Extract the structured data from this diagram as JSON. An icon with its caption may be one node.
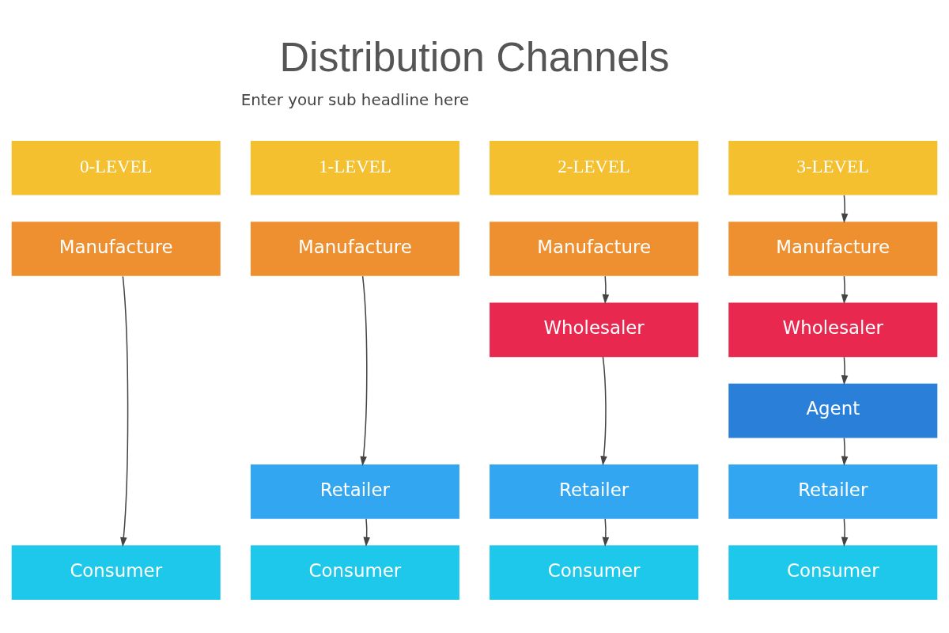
{
  "diagram": {
    "title": "Distribution Channels",
    "nodes": [
      {
        "text": [
          "0-LEVEL"
        ]
      },
      {
        "text": [
          "Manufacture"
        ]
      },
      {
        "text": [
          "Consumer"
        ]
      },
      {
        "text": [
          "1-LEVEL"
        ]
      },
      {
        "text": [
          "Manufacture"
        ]
      },
      {
        "text": [
          "Retailer"
        ]
      },
      {
        "text": [
          "Consumer"
        ]
      },
      {
        "text": [
          "2-LEVEL"
        ]
      },
      {
        "text": [
          "Manufacture"
        ]
      },
      {
        "text": [
          "Wholesaler"
        ]
      },
      {
        "text": [
          "Retailer"
        ]
      },
      {
        "text": [
          "Consumer"
        ]
      },
      {
        "text": [
          "3-LEVEL"
        ]
      },
      {
        "text": [
          "Manufacture"
        ]
      },
      {
        "text": [
          "Wholesaler"
        ]
      },
      {
        "text": [
          "Agent"
        ]
      },
      {
        "text": [
          "Retailer"
        ]
      },
      {
        "text": [
          "Consumer"
        ]
      }
    ],
    "edges": [
      {
        "from": 1,
        "to": 2,
        "arrow": "to"
      },
      {
        "from": 4,
        "to": 5,
        "arrow": "to"
      },
      {
        "from": 5,
        "to": 6,
        "arrow": "to"
      },
      {
        "from": 8,
        "to": 9,
        "arrow": "to"
      },
      {
        "from": 9,
        "to": 10,
        "arrow": "to"
      },
      {
        "from": 10,
        "to": 11,
        "arrow": "to"
      },
      {
        "from": 12,
        "to": 13,
        "arrow": "to"
      },
      {
        "from": 13,
        "to": 14,
        "arrow": "to"
      },
      {
        "from": 14,
        "to": 15,
        "arrow": "to"
      },
      {
        "from": 15,
        "to": 16,
        "arrow": "to"
      },
      {
        "from": 16,
        "to": 17,
        "arrow": "to"
      }
    ],
    "labels": [
      "Enter your sub headline here"
    ]
  }
}
